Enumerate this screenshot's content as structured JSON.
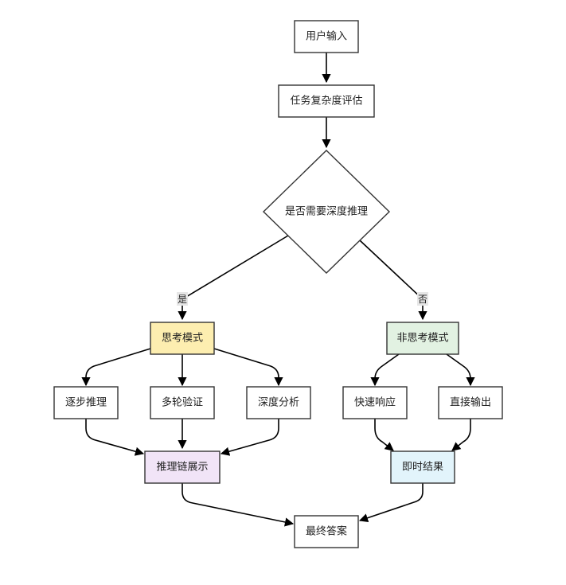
{
  "nodes": {
    "user_input": {
      "label": "用户输入"
    },
    "task_eval": {
      "label": "任务复杂度评估"
    },
    "decision": {
      "label": "是否需要深度推理"
    },
    "think_mode": {
      "label": "思考模式",
      "fill": "#fdeeb0"
    },
    "nonthink_mode": {
      "label": "非思考模式",
      "fill": "#e2f2e2"
    },
    "step_reason": {
      "label": "逐步推理"
    },
    "multi_verify": {
      "label": "多轮验证"
    },
    "deep_analysis": {
      "label": "深度分析"
    },
    "fast_response": {
      "label": "快速响应"
    },
    "direct_output": {
      "label": "直接输出"
    },
    "chain_display": {
      "label": "推理链展示",
      "fill": "#f1e4f7"
    },
    "instant_result": {
      "label": "即时结果",
      "fill": "#e2f4fb"
    },
    "final_answer": {
      "label": "最终答案"
    }
  },
  "edge_labels": {
    "yes": "是",
    "no": "否"
  },
  "colors": {
    "default_fill": "#ffffff",
    "stroke": "#333333",
    "edge": "#000000"
  }
}
